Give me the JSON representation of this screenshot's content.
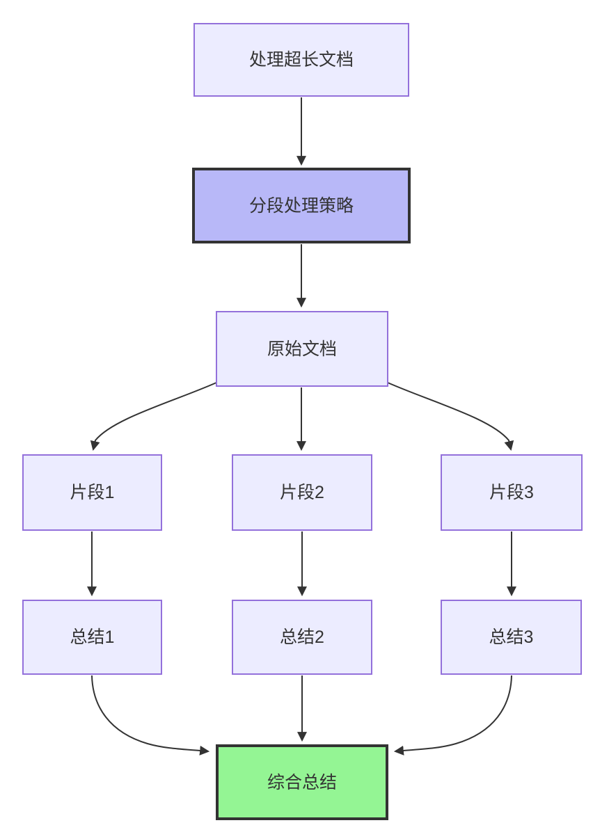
{
  "theme": {
    "background": "#ffffff",
    "node_fill": "#ECECFF",
    "node_border": "#9370DB",
    "highlight_fill": "#B8B8F8",
    "success_fill": "#94F594",
    "strong_border": "#333333",
    "edge_color": "#333333",
    "text_color": "#333333"
  },
  "diagram": {
    "type": "flowchart-top-down",
    "nodes": [
      {
        "id": "A",
        "label": "处理超长文档",
        "style": "default"
      },
      {
        "id": "B",
        "label": "分段处理策略",
        "style": "highlight"
      },
      {
        "id": "C",
        "label": "原始文档",
        "style": "default"
      },
      {
        "id": "D1",
        "label": "片段1",
        "style": "default"
      },
      {
        "id": "D2",
        "label": "片段2",
        "style": "default"
      },
      {
        "id": "D3",
        "label": "片段3",
        "style": "default"
      },
      {
        "id": "E1",
        "label": "总结1",
        "style": "default"
      },
      {
        "id": "E2",
        "label": "总结2",
        "style": "default"
      },
      {
        "id": "E3",
        "label": "总结3",
        "style": "default"
      },
      {
        "id": "F",
        "label": "综合总结",
        "style": "success"
      }
    ],
    "edges": [
      {
        "from": "处理超长文档",
        "to": "分段处理策略"
      },
      {
        "from": "分段处理策略",
        "to": "原始文档"
      },
      {
        "from": "原始文档",
        "to": "片段1"
      },
      {
        "from": "原始文档",
        "to": "片段2"
      },
      {
        "from": "原始文档",
        "to": "片段3"
      },
      {
        "from": "片段1",
        "to": "总结1"
      },
      {
        "from": "片段2",
        "to": "总结2"
      },
      {
        "from": "片段3",
        "to": "总结3"
      },
      {
        "from": "总结1",
        "to": "综合总结"
      },
      {
        "from": "总结2",
        "to": "综合总结"
      },
      {
        "from": "总结3",
        "to": "综合总结"
      }
    ]
  }
}
